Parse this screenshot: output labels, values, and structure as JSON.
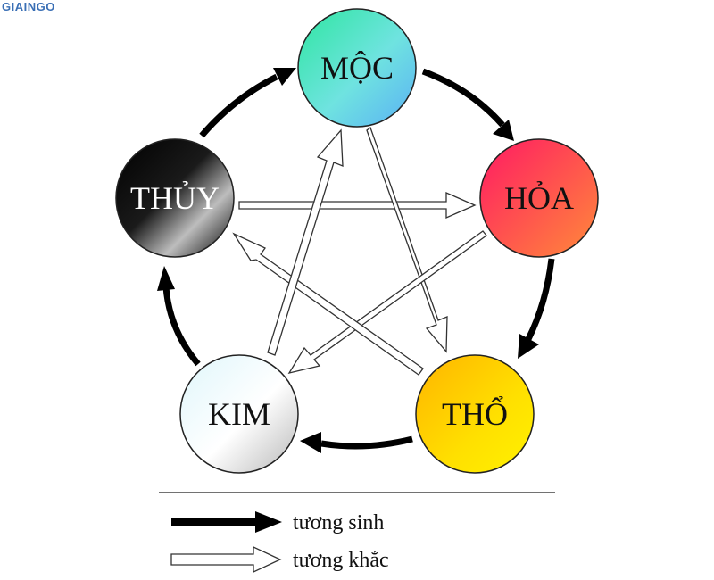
{
  "watermark": "GIAINGO",
  "nodes": [
    {
      "id": "moc",
      "label": "MỘC"
    },
    {
      "id": "hoa",
      "label": "HỎA"
    },
    {
      "id": "tho",
      "label": "THỔ"
    },
    {
      "id": "kim",
      "label": "KIM"
    },
    {
      "id": "thuy",
      "label": "THỦY"
    }
  ],
  "generating_cycle": [
    [
      "moc",
      "hoa"
    ],
    [
      "hoa",
      "tho"
    ],
    [
      "tho",
      "kim"
    ],
    [
      "kim",
      "thuy"
    ],
    [
      "thuy",
      "moc"
    ]
  ],
  "overcoming_cycle": [
    [
      "moc",
      "tho"
    ],
    [
      "tho",
      "thuy"
    ],
    [
      "thuy",
      "hoa"
    ],
    [
      "hoa",
      "kim"
    ],
    [
      "kim",
      "moc"
    ]
  ],
  "legend": {
    "generating_label": "tương sinh",
    "overcoming_label": "tương khắc"
  }
}
